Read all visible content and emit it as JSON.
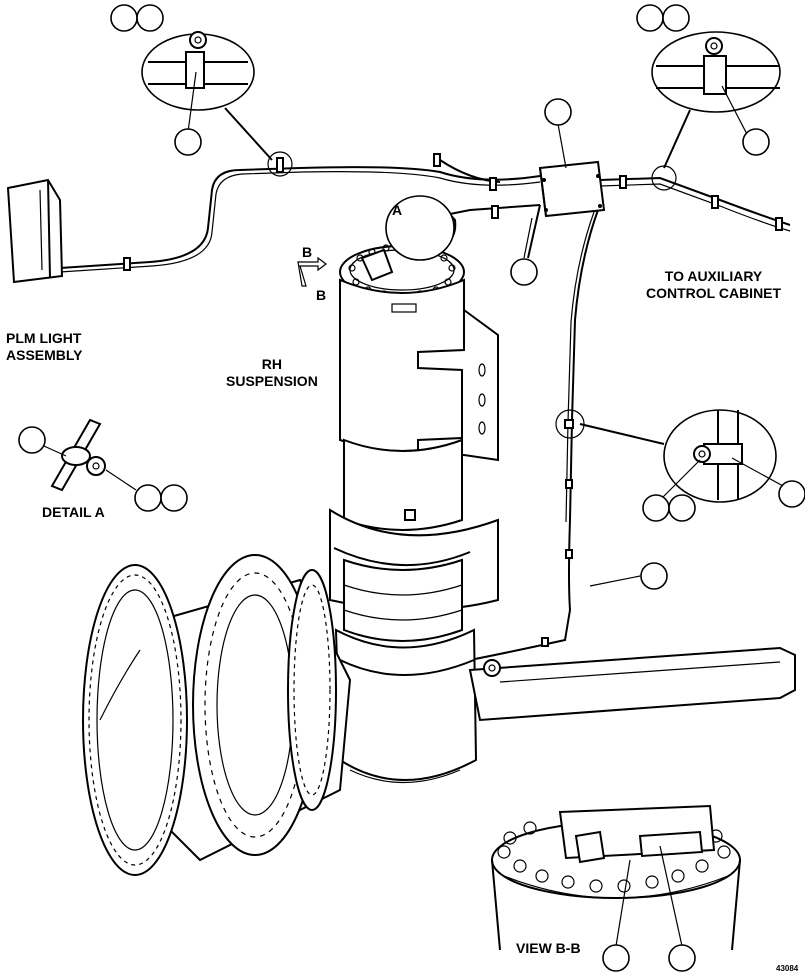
{
  "labels": {
    "plm_light": [
      "PLM LIGHT",
      "ASSEMBLY"
    ],
    "rh_suspension": [
      "RH",
      "SUSPENSION"
    ],
    "to_aux": [
      "TO AUXILIARY",
      "CONTROL CABINET"
    ],
    "detail_a": "DETAIL A",
    "view_bb": "VIEW B-B",
    "view_a_marker": "A",
    "view_b_marker": "B",
    "figure_number": "43084"
  },
  "colors": {
    "line": "#000000",
    "background": "#ffffff"
  }
}
